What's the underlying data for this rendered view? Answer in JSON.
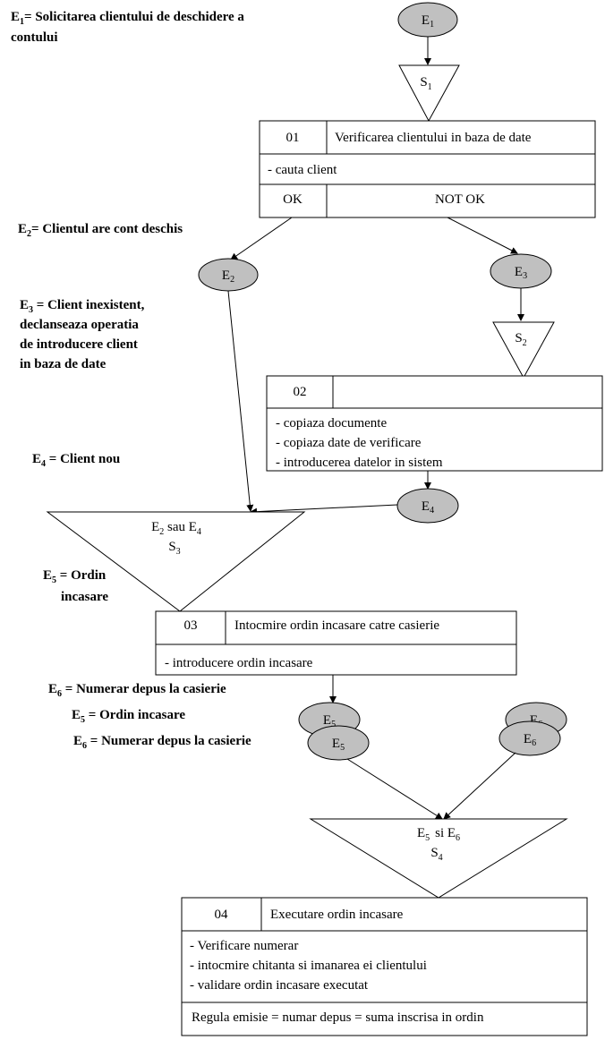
{
  "events": {
    "e1": {
      "main": "E",
      "sub": "1"
    },
    "e2": {
      "main": "E",
      "sub": "2"
    },
    "e3": {
      "main": "E",
      "sub": "3"
    },
    "e4": {
      "main": "E",
      "sub": "4"
    },
    "e5": {
      "main": "E",
      "sub": "5"
    },
    "e6": {
      "main": "E",
      "sub": "6"
    }
  },
  "states": {
    "s1": {
      "main": "S",
      "sub": "1"
    },
    "s2": {
      "main": "S",
      "sub": "2"
    },
    "s3": {
      "cond_a": "E",
      "cond_a_sub": "2",
      "cond_mid": " sau E",
      "cond_b_sub": "4",
      "main": "S",
      "sub": "3"
    },
    "s4": {
      "cond_a": "E",
      "cond_a_sub": "5",
      "cond_mid": "si E",
      "cond_b_sub": "6",
      "main": "S",
      "sub": "4"
    }
  },
  "processes": {
    "p01": {
      "id": "01",
      "title": "Verificarea clientului in baza de date",
      "ops": [
        "- cauta client"
      ],
      "ok": "OK",
      "not_ok": "NOT OK"
    },
    "p02": {
      "id": "02",
      "title": "",
      "ops": [
        "- copiaza documente",
        "- copiaza date de verificare",
        "- introducerea datelor in sistem"
      ]
    },
    "p03": {
      "id": "03",
      "title": "Intocmire ordin incasare catre casierie",
      "ops": [
        "- introducere ordin incasare"
      ]
    },
    "p04": {
      "id": "04",
      "title": "Executare ordin incasare",
      "ops": [
        "- Verificare numerar",
        "- intocmire chitanta si imanarea ei clientului",
        "- validare ordin incasare executat"
      ],
      "rule": "Regula emisie = numar depus = suma inscrisa in ordin"
    }
  },
  "labels": {
    "e1_line1": "= Solicitarea clientului de deschidere a",
    "e1_line2": "contului",
    "e2_desc": "= Clientul are cont  deschis",
    "e3_line1": " = Client inexistent,",
    "e3_line2": "declanseaza operatia",
    "e3_line3": "de introducere client",
    "e3_line4": "in baza de date",
    "e4_desc": " = Client nou",
    "e5_a_line1": " = Ordin",
    "e5_a_line2": "incasare",
    "e6_a_desc": " = Numerar depus la casierie",
    "e5_b_desc": " = Ordin  incasare",
    "e6_b_desc": " = Numerar depus la casierie"
  }
}
